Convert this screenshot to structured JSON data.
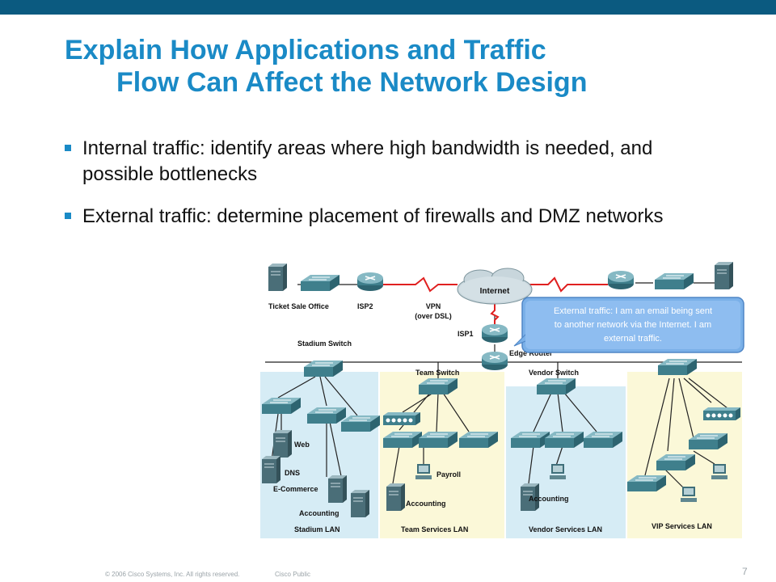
{
  "slide": {
    "title_line1": "Explain How Applications and Traffic",
    "title_line2": "Flow Can Affect the Network Design",
    "bullets": [
      "Internal traffic: identify areas where high bandwidth is needed, and possible bottlenecks",
      "External traffic: determine placement of firewalls and DMZ networks"
    ],
    "page_number": "7"
  },
  "footer": {
    "copyright": "© 2006 Cisco Systems, Inc. All rights reserved.",
    "classification": "Cisco Public"
  },
  "diagram": {
    "labels": {
      "ticket_sale_office": "Ticket Sale Office",
      "isp2": "ISP2",
      "vpn_line1": "VPN",
      "vpn_line2": "(over DSL)",
      "internet": "Internet",
      "isp1": "ISP1",
      "edge_router": "Edge Router",
      "stadium_switch": "Stadium Switch",
      "team_switch": "Team Switch",
      "vendor_switch": "Vendor Switch",
      "web": "Web",
      "dns": "DNS",
      "ecommerce": "E-Commerce",
      "accounting_stadium": "Accounting",
      "payroll": "Payroll",
      "accounting_team": "Accounting",
      "accounting_vendor": "Accounting",
      "stadium_lan": "Stadium LAN",
      "team_services_lan": "Team Services LAN",
      "vendor_services_lan": "Vendor Services LAN",
      "vip_services_lan": "VIP Services LAN"
    },
    "callout": {
      "line1": "External traffic: I am an email being sent",
      "line2": "to another network via the Internet. I am",
      "line3": "external traffic."
    },
    "colors": {
      "stadium_zone": "#d6ecf5",
      "team_zone": "#fbf8d8",
      "vendor_zone": "#d6ecf5",
      "vip_zone": "#fbf8d8",
      "wan_link": "#e02020",
      "callout_fill": "#7ab0e8",
      "device_teal": "#3f7f8c"
    }
  }
}
